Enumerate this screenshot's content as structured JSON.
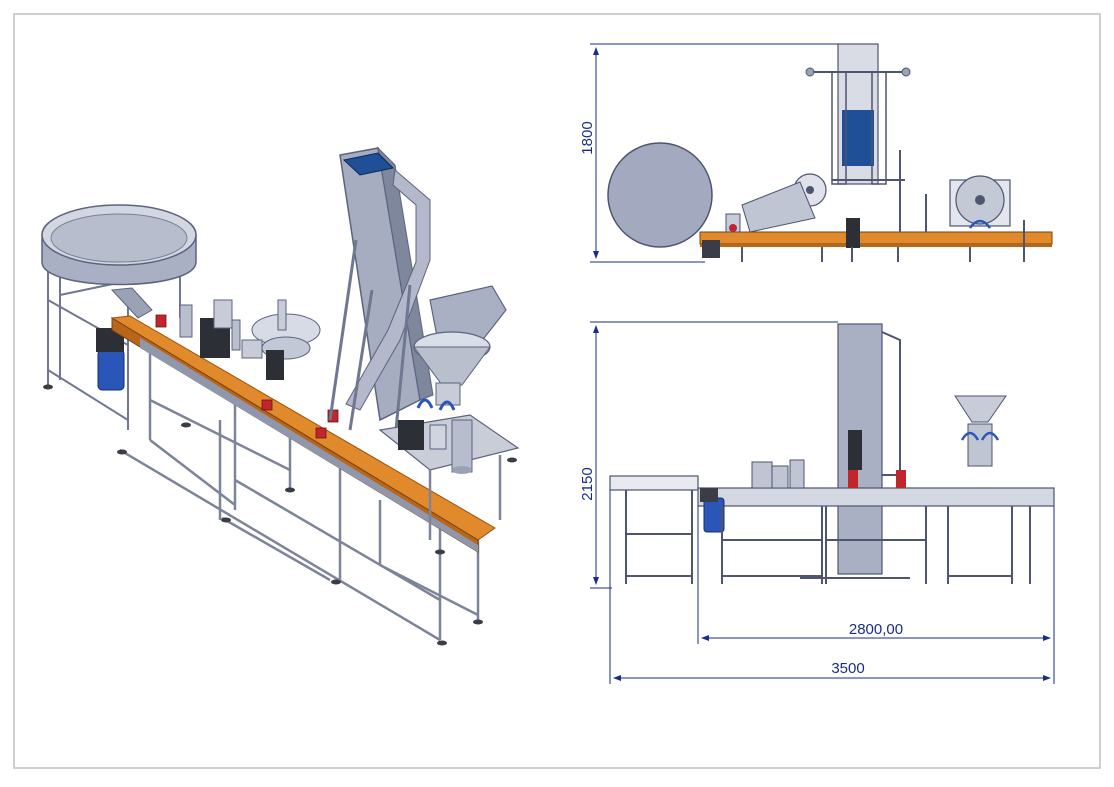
{
  "drawing": {
    "dimensions": {
      "top_height": "1800",
      "front_height": "2150",
      "inner_width": "2800,00",
      "overall_width": "3500"
    },
    "colors": {
      "frame": "#9aa2b5",
      "frame_dark": "#6f7791",
      "conveyor": "#e08a2c",
      "conveyor_dark": "#b8661a",
      "accent_blue": "#1f4f96",
      "motor_blue": "#2a56b8",
      "red_part": "#c0262b",
      "dimension": "#1a2c8a",
      "border": "#bfbfbf"
    }
  }
}
